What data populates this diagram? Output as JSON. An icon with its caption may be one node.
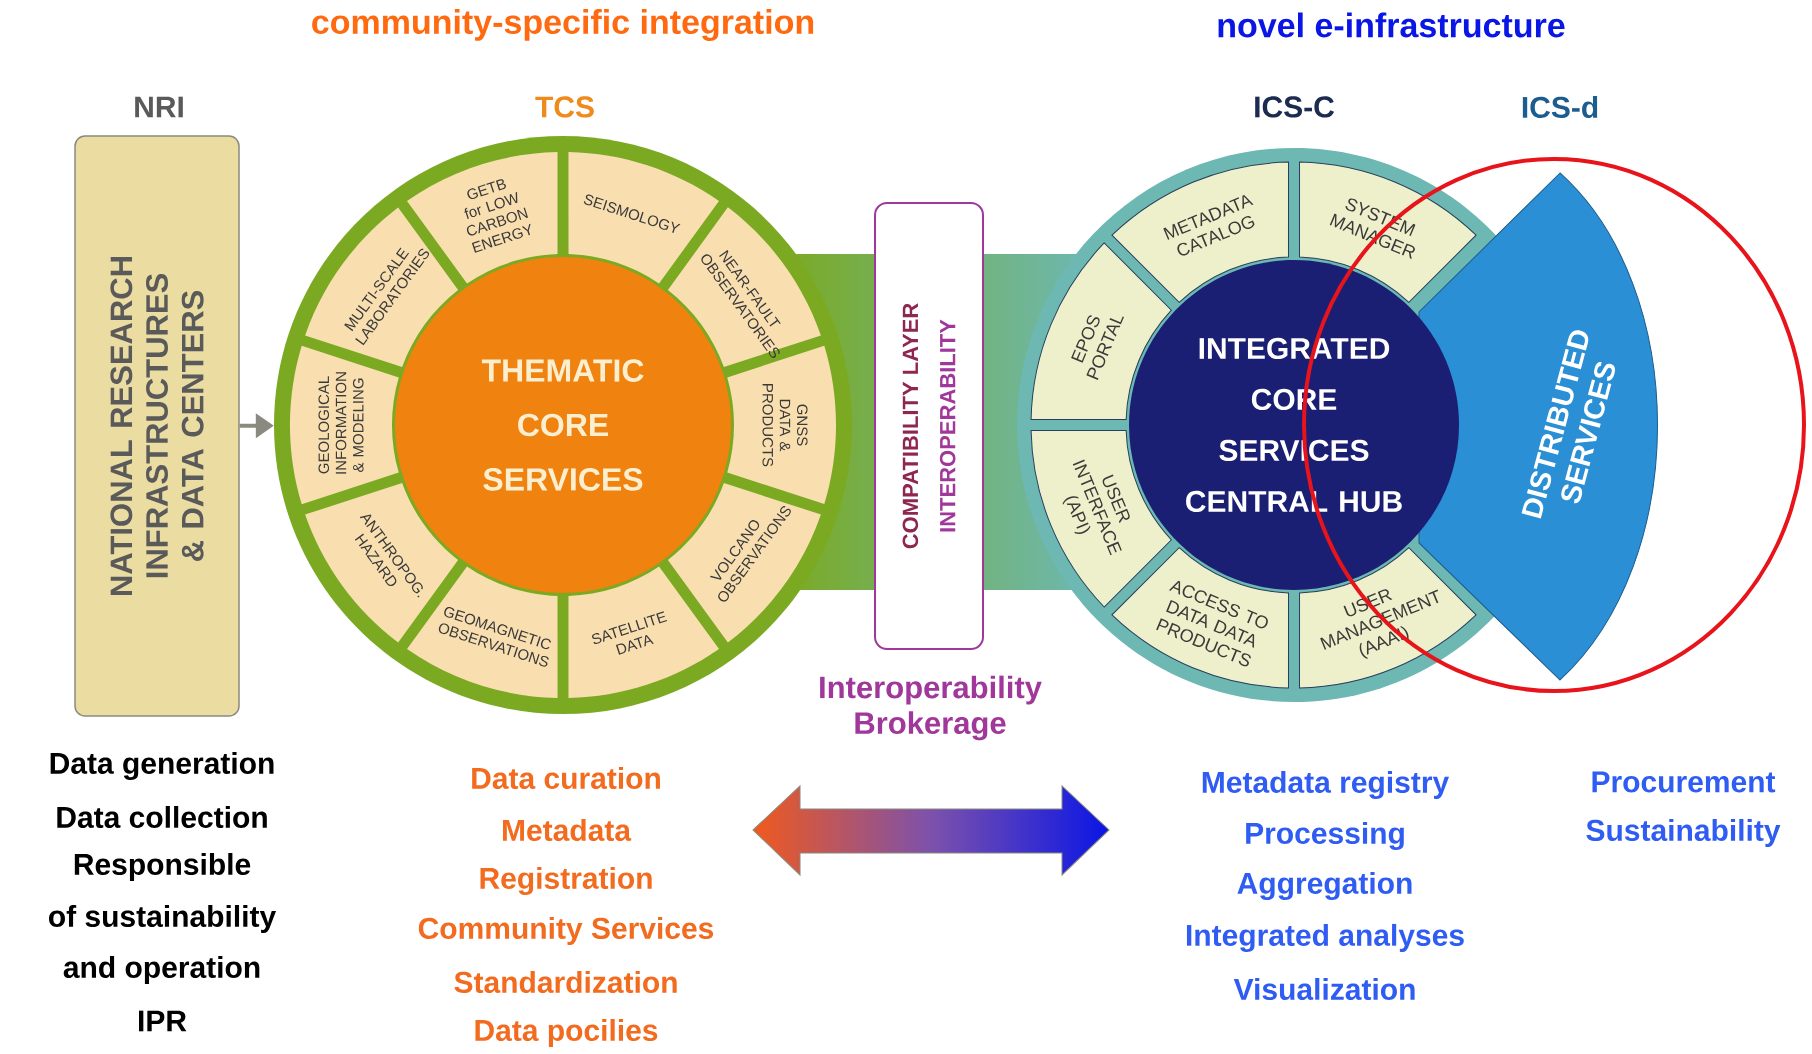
{
  "diagram": {
    "nodes": [
      {
        "text": [
          "NRI",
          "NATIONAL RESEARCH INFRASTRUCTURES & DATA CENTERS"
        ]
      },
      {
        "text": [
          "TCS"
        ]
      },
      {
        "text": [
          "THEMATIC CORE SERVICES"
        ],
        "in": 1
      },
      {
        "text": [
          "GETB for LOW CARBON ENERGY"
        ],
        "in": 1
      },
      {
        "text": [
          "SEISMOLOGY"
        ],
        "in": 1
      },
      {
        "text": [
          "NEAR-FAULT OBSERVATORIES"
        ],
        "in": 1
      },
      {
        "text": [
          "GNSS DATA & PRODUCTS"
        ],
        "in": 1
      },
      {
        "text": [
          "VOLCANO OBSERVATIONS"
        ],
        "in": 1
      },
      {
        "text": [
          "SATELLITE DATA"
        ],
        "in": 1
      },
      {
        "text": [
          "GEOMAGNETIC OBSERVATIONS"
        ],
        "in": 1
      },
      {
        "text": [
          "ANTHROPOG. HAZARD"
        ],
        "in": 1
      },
      {
        "text": [
          "GEOLOGICAL INFORMATION & MODELING"
        ],
        "in": 1
      },
      {
        "text": [
          "MULTI-SCALE LABORATORIES"
        ],
        "in": 1
      },
      {
        "text": [
          "COMPATIBILITY LAYER",
          "INTEROPERABILITY"
        ],
        "beside": [
          "Interoperability Brokerage"
        ]
      },
      {
        "text": [
          "ICS-C"
        ]
      },
      {
        "text": [
          "INTEGRATED CORE SERVICES CENTRAL HUB"
        ],
        "in": 14
      },
      {
        "text": [
          "METADATA CATALOG"
        ],
        "in": 14
      },
      {
        "text": [
          "SYSTEM MANAGER"
        ],
        "in": 14
      },
      {
        "text": [
          "EPOS PORTAL"
        ],
        "in": 14
      },
      {
        "text": [
          "USER INTERFACE (API)"
        ],
        "in": 14
      },
      {
        "text": [
          "ACCESS TO DATA DATA PRODUCTS"
        ],
        "in": 14
      },
      {
        "text": [
          "USER MANAGEMENT (AAAI)"
        ],
        "in": 14
      },
      {
        "text": [
          "ICS-d",
          "DISTRIBUTED SERVICES"
        ]
      }
    ],
    "edges": [
      {
        "from": 0,
        "to": 1,
        "arrow": "to"
      }
    ],
    "labels": [
      "community-specific integration",
      "novel e-infrastructure",
      "Data generation",
      "Data collection",
      "Responsible",
      "of sustainability",
      "and operation",
      "IPR",
      "Data curation",
      "Metadata",
      "Registration",
      "Community Services",
      "Standardization",
      "Data pocilies",
      "Metadata registry",
      "Processing",
      "Aggregation",
      "Integrated analyses",
      "Visualization",
      "Procurement",
      "Sustainability"
    ]
  }
}
